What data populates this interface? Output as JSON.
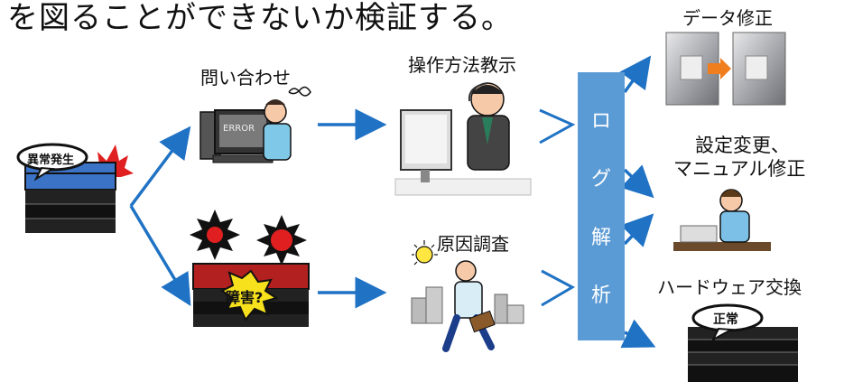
{
  "heading": "を図ることができないか検証する。",
  "left_server": {
    "badge": "異常発生"
  },
  "top_branch": {
    "label": "問い合わせ",
    "screen_text": "ERROR"
  },
  "bottom_branch": {
    "badge": "障害?"
  },
  "operator": {
    "label": "操作方法教示"
  },
  "investigation": {
    "label": "原因調査"
  },
  "log_analysis": {
    "chars": [
      "ロ",
      "グ",
      "解",
      "析"
    ]
  },
  "results": {
    "data_fix": "データ修正",
    "settings_line1": "設定変更、",
    "settings_line2": "マニュアル修正",
    "hardware": "ハードウェア交換",
    "normal_badge": "正常"
  },
  "colors": {
    "arrow": "#1f72c4",
    "log_bar": "#5b9bd5",
    "server_stripe": "#3b74c6",
    "burst": "#e02020"
  }
}
